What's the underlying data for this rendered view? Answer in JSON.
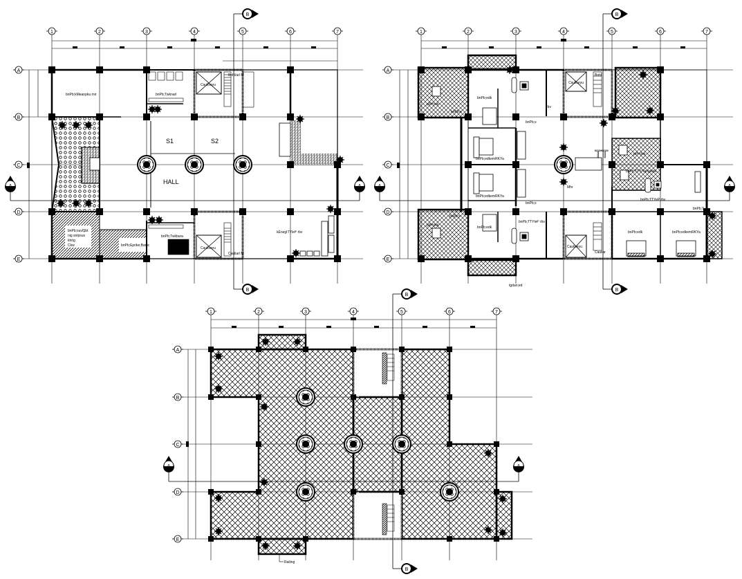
{
  "drawing": {
    "type": "architectural floor plans",
    "grid": {
      "columns": [
        "1",
        "2",
        "3",
        "4",
        "5",
        "6",
        "7"
      ],
      "rows": [
        "A",
        "B",
        "C",
        "D",
        "E"
      ]
    },
    "section_markers": {
      "horizontal": "A",
      "vertical": "B"
    }
  },
  "plans": [
    {
      "id": "ground-floor",
      "rooms": {
        "r1": "bnPb;kMeanpku mir",
        "r2": "bnPb;Twknarl",
        "stair_top": "Cauliseyu",
        "stair_top_lbl": "Bnhl/arl M",
        "s1": "S1",
        "s2": "S2",
        "hall": "HALL",
        "r3a": "bnPb;suvlŞbt",
        "r3b": "nig snlpsus",
        "r3c": "khög",
        "r3d": "Ckw",
        "r4": "bnPb;Eprike;Banic",
        "r5": "bnPb;Twkbura",
        "stair_bot": "Cauliseyu",
        "stair_bot_lbl": "Cauliarl M",
        "lobby": "kEnegITYlelᴾ rbv"
      }
    },
    {
      "id": "typical-floor",
      "rooms": {
        "k1": "pPH;lek",
        "b1": "bnPb;edk",
        "wc1": "bnPb;s",
        "v1": "rbv",
        "wc2": "bnPb;s",
        "bed1": "bnPb;edkemRKYa",
        "bed2": "bnPb;edkemRKYa",
        "center": "Mhr",
        "tt": "TT",
        "k2": "pPH;lek",
        "liv2": "bnPb;TTY/Tangasfa",
        "liv2b": "bnPb;TTYeP rbv",
        "wc3": "bnPb;T",
        "k3": "pPH;lek",
        "wc4": "bnPb;s",
        "b3": "bnPb;edk",
        "liv3": "bnPb;TTYlelᴾ rbv",
        "stair": "Cauliseyu",
        "stair_lbl": "Cauliar",
        "wc5": "bnPb;s",
        "b4": "bnPb;edk",
        "b5": "bnPb;edkemRKYa",
        "balcony": "tgdan;ed",
        "stair_top": "Cauliseyu",
        "stair_top_lbl": "Bnhl"
      }
    },
    {
      "id": "roof-plan",
      "rooms": {
        "railing": "Railing"
      }
    }
  ]
}
